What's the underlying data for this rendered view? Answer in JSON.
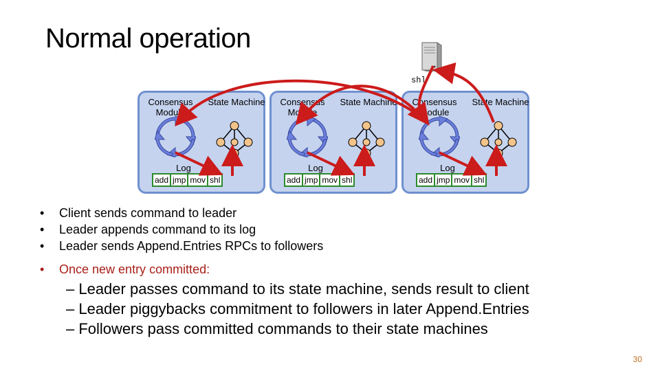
{
  "slide": {
    "title": "Normal operation",
    "page_number": "30"
  },
  "server": {
    "label": "shl",
    "icon": "server-icon"
  },
  "nodes": [
    {
      "consensus_module_label": "Consensus Module",
      "state_machine_label": "State Machine",
      "log_label": "Log",
      "log_entries": [
        "add",
        "jmp",
        "mov",
        "shl"
      ]
    },
    {
      "consensus_module_label": "Consensus Module",
      "state_machine_label": "State Machine",
      "log_label": "Log",
      "log_entries": [
        "add",
        "jmp",
        "mov",
        "shl"
      ]
    },
    {
      "consensus_module_label": "Consensus Module",
      "state_machine_label": "State Machine",
      "log_label": "Log",
      "log_entries": [
        "add",
        "jmp",
        "mov",
        "shl"
      ]
    }
  ],
  "bullets": [
    "Client sends command to leader",
    "Leader appends command to its log",
    "Leader sends Append.Entries RPCs to followers",
    "Once new entry committed:"
  ],
  "sub_bullets": [
    "– Leader passes command to its state machine, sends result to client",
    "– Leader piggybacks commitment to followers in later Append.Entries",
    "– Followers pass committed commands to their state machines"
  ],
  "colors": {
    "node_fill": "#c5d3ee",
    "node_border": "#6f90cf",
    "arrow": "#cc1b1b",
    "log_border": "#2a8a2a",
    "highlight_text": "#a8201a"
  }
}
